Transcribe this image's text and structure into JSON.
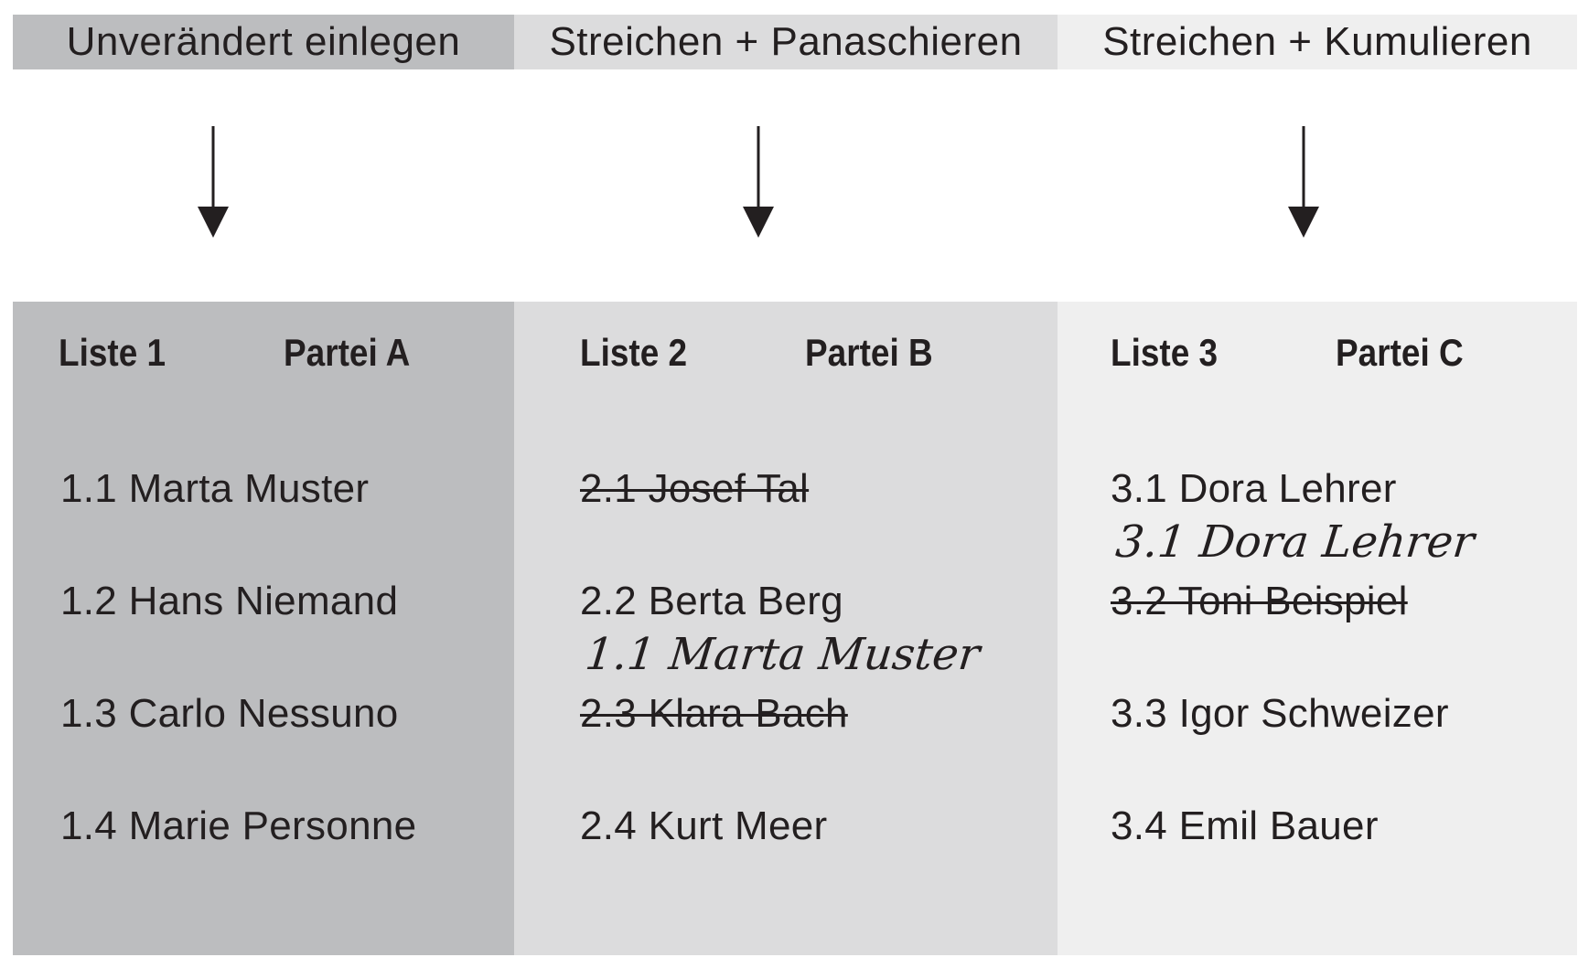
{
  "headers": [
    "Unverändert einlegen",
    "Streichen + Panaschieren",
    "Streichen + Kumulieren"
  ],
  "columns": [
    {
      "list": "Liste 1",
      "party": "Partei A",
      "entries": [
        "1.1 Marta Muster",
        "1.2 Hans Niemand",
        "1.3 Carlo Nessuno",
        "1.4 Marie Personne"
      ]
    },
    {
      "list": "Liste 2",
      "party": "Partei B",
      "entries": [
        "2.1 Josef Tal",
        "2.2 Berta Berg",
        "2.3 Klara Bach",
        "2.4 Kurt Meer"
      ],
      "struck_entries": [
        "2.1 Josef Tal",
        "2.3 Klara Bach"
      ],
      "handwritten": [
        "1.1 Marta Muster"
      ]
    },
    {
      "list": "Liste 3",
      "party": "Partei C",
      "entries": [
        "3.1 Dora Lehrer",
        "3.2 Toni Beispiel",
        "3.3 Igor Schweizer",
        "3.4 Emil Bauer"
      ],
      "struck_entries": [
        "3.2 Toni Beispiel"
      ],
      "handwritten": [
        "3.1 Dora Lehrer"
      ]
    }
  ],
  "colors": {
    "col1": "#bcbdbf",
    "col2": "#dcdcdd",
    "col3": "#efefef",
    "text": "#231f20"
  }
}
